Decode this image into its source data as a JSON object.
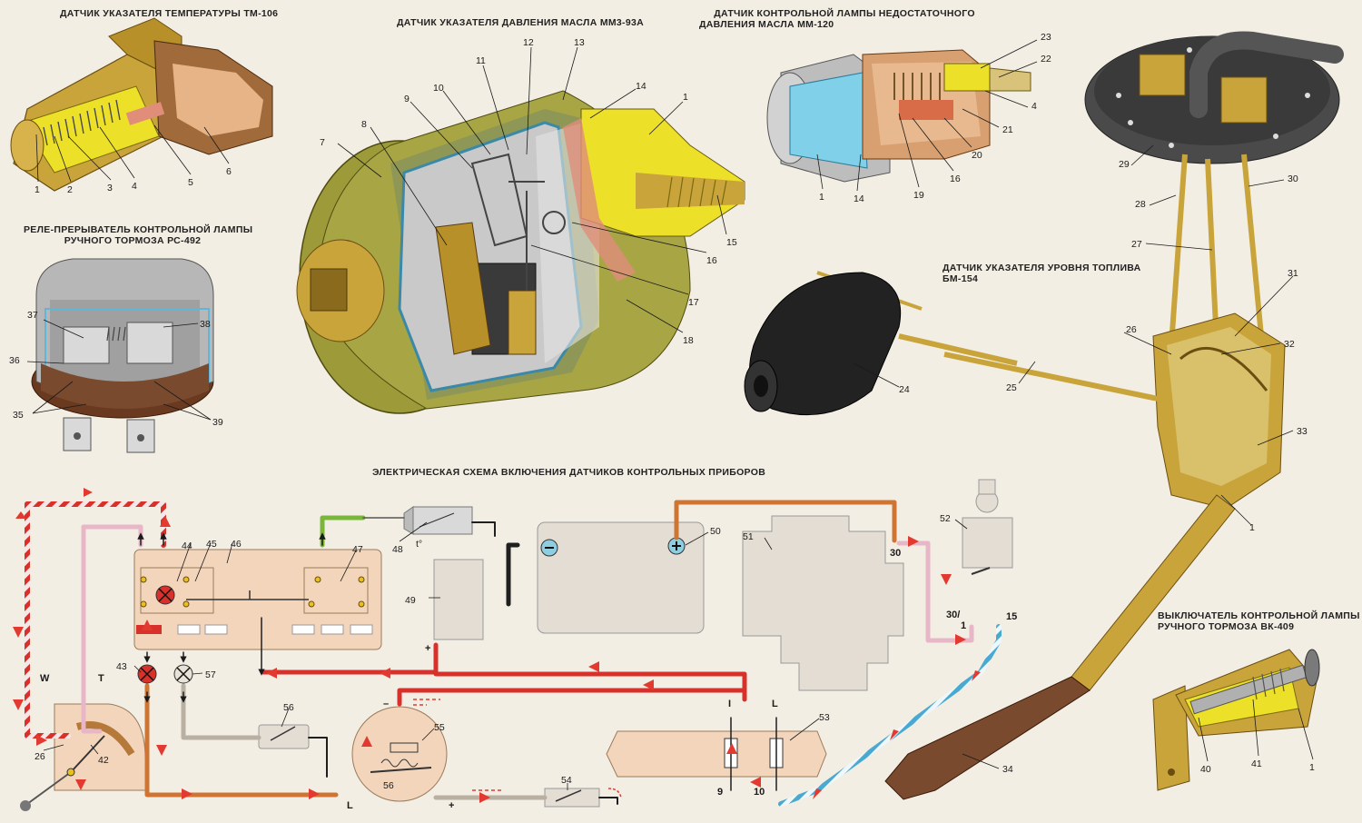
{
  "titles": {
    "temp_sensor": "ДАТЧИК УКАЗАТЕЛЯ ТЕМПЕРАТУРЫ ТМ-106",
    "oil_pressure_sensor": "ДАТЧИК УКАЗАТЕЛЯ ДАВЛЕНИЯ МАСЛА ММ3-93А",
    "oil_lamp_sensor_line1": "ДАТЧИК КОНТРОЛЬНОЙ ЛАМПЫ НЕДОСТАТОЧНОГО",
    "oil_lamp_sensor_line2": "ДАВЛЕНИЯ МАСЛА ММ-120",
    "relay_line1": "РЕЛЕ-ПРЕРЫВАТЕЛЬ КОНТРОЛЬНОЙ ЛАМПЫ",
    "relay_line2": "РУЧНОГО ТОРМОЗА РС-492",
    "fuel_sensor_line1": "ДАТЧИК УКАЗАТЕЛЯ УРОВНЯ ТОПЛИВА",
    "fuel_sensor_line2": "БМ-154",
    "wiring": "ЭЛЕКТРИЧЕСКАЯ СХЕМА ВКЛЮЧЕНИЯ ДАТЧИКОВ КОНТРОЛЬНЫХ ПРИБОРОВ",
    "brake_switch_line1": "ВЫКЛЮЧАТЕЛЬ КОНТРОЛЬНОЙ ЛАМПЫ",
    "brake_switch_line2": "РУЧНОГО ТОРМОЗА ВК-409"
  },
  "callouts": {
    "temp": [
      "1",
      "2",
      "3",
      "4",
      "5",
      "6"
    ],
    "oil": [
      "7",
      "8",
      "9",
      "10",
      "11",
      "12",
      "13",
      "14",
      "1",
      "15",
      "16",
      "17",
      "18"
    ],
    "oillamp": [
      "23",
      "22",
      "4",
      "21",
      "20",
      "16",
      "19",
      "14",
      "1"
    ],
    "relay": [
      "37",
      "38",
      "36",
      "35",
      "39"
    ],
    "fuel": [
      "29",
      "28",
      "30",
      "27",
      "31",
      "26",
      "32",
      "33",
      "1",
      "24",
      "25",
      "34"
    ],
    "brake": [
      "40",
      "41",
      "1"
    ],
    "wiring": [
      "44",
      "45",
      "46",
      "47",
      "48",
      "49",
      "50",
      "51",
      "52",
      "43",
      "57",
      "56",
      "55",
      "54",
      "53",
      "42",
      "26"
    ]
  },
  "terminals": {
    "W": "W",
    "T": "T",
    "t": "t°",
    "t30": "30",
    "t30_1": "30/",
    "t30_1b": "1",
    "t15": "15",
    "I": "I",
    "L": "L",
    "L2": "L",
    "n9": "9",
    "n10": "10",
    "plus": "+",
    "minus": "–",
    "plus2": "+",
    "n56": "56"
  },
  "colors": {
    "brass": "#c9a43a",
    "brass_dark": "#8a6a1c",
    "yellow_cut": "#ece029",
    "olive": "#9d9a3a",
    "blue_cut": "#7fd0e8",
    "brown": "#7a4a2e",
    "grey": "#b7b7b7",
    "black": "#1f1f1f",
    "panel_peach": "#f3d5bc",
    "wire_red": "#d8312b",
    "wire_pink": "#e8b7c7",
    "wire_orange": "#cf7533",
    "wire_green": "#7ab63a",
    "wire_blue": "#8fcde0",
    "wire_grey": "#b9b0a2",
    "arrow_red": "#e23a30"
  }
}
